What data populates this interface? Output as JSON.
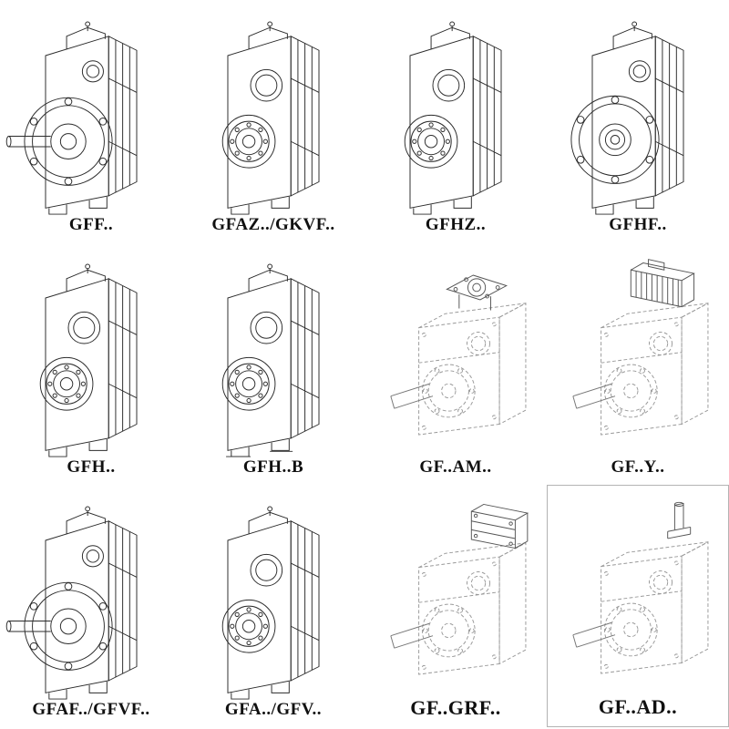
{
  "page": {
    "background": "#ffffff",
    "line_color": "#2b2b2b",
    "dashed_line_color": "#999999"
  },
  "cells": [
    {
      "label": "GFF..",
      "icon": "flange-shaft-gearbox-icon"
    },
    {
      "label": "GFAZ../GKVF..",
      "icon": "double-bore-gearbox-icon"
    },
    {
      "label": "GFHZ..",
      "icon": "double-bore-gearbox-icon"
    },
    {
      "label": "GFHF..",
      "icon": "flange-gearbox-icon"
    },
    {
      "label": "GFH..",
      "icon": "double-bore-gearbox-icon"
    },
    {
      "label": "GFH..B",
      "icon": "double-bore-gearbox-icon"
    },
    {
      "label": "GF..AM..",
      "icon": "dashed-gearbox-top-flange-icon"
    },
    {
      "label": "GF..Y..",
      "icon": "dashed-gearbox-motor-icon"
    },
    {
      "label": "GFAF../GFVF..",
      "icon": "flange-shaft-gearbox-icon"
    },
    {
      "label": "GFA../GFV..",
      "icon": "double-bore-gearbox-icon"
    },
    {
      "label": "GF..GRF..",
      "icon": "dashed-gearbox-input-cover-icon"
    },
    {
      "label": "GF..AD..",
      "icon": "dashed-gearbox-input-shaft-icon"
    }
  ]
}
